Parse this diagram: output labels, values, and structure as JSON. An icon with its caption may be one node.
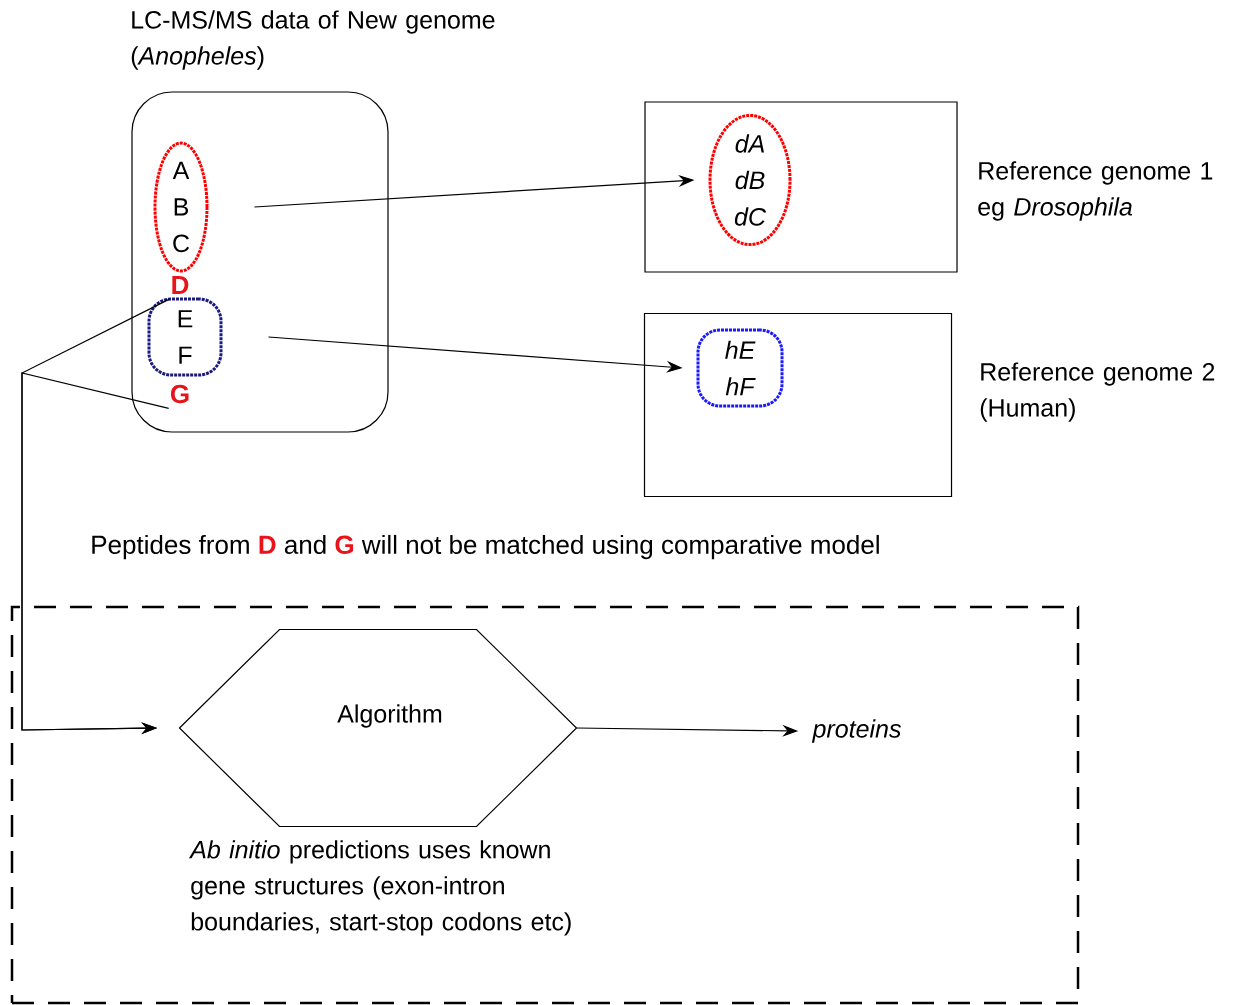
{
  "diagram": {
    "nodes": [
      {
        "text": [
          "LC-MS/MS data of New genome (*Anopheles*)"
        ]
      },
      {
        "text": [
          "A",
          "B",
          "C"
        ],
        "in": 0
      },
      {
        "text": [
          "D"
        ],
        "in": 0
      },
      {
        "text": [
          "E",
          "F"
        ],
        "in": 0
      },
      {
        "text": [
          "G"
        ],
        "in": 0
      },
      {
        "text": [
          "Reference genome 1 eg *Drosophila*"
        ]
      },
      {
        "text": [
          "dA",
          "dB",
          "dC"
        ],
        "in": 5
      },
      {
        "text": [
          "Reference genome 2 (Human)"
        ]
      },
      {
        "text": [
          "hE",
          "hF"
        ],
        "in": 7
      },
      {
        "text": [],
        "shape": "box"
      },
      {
        "text": [
          "Algorithm"
        ],
        "in": 9,
        "beside": [
          "*Ab initio* predictions uses known gene structures (exon-intron boundaries, start-stop codons etc)"
        ]
      },
      {
        "text": [
          "proteins"
        ],
        "in": 9
      }
    ],
    "edges": [
      {
        "from": 1,
        "to": 6,
        "arrow": "to"
      },
      {
        "from": 3,
        "to": 8,
        "arrow": "to"
      },
      {
        "from": 2,
        "to": 10,
        "arrow": "to"
      },
      {
        "from": 4,
        "to": 10,
        "arrow": "to"
      },
      {
        "from": 10,
        "to": 11,
        "arrow": "to"
      }
    ],
    "labels": [
      "Peptides from **D** and **G** will not be matched using comparative model"
    ]
  }
}
